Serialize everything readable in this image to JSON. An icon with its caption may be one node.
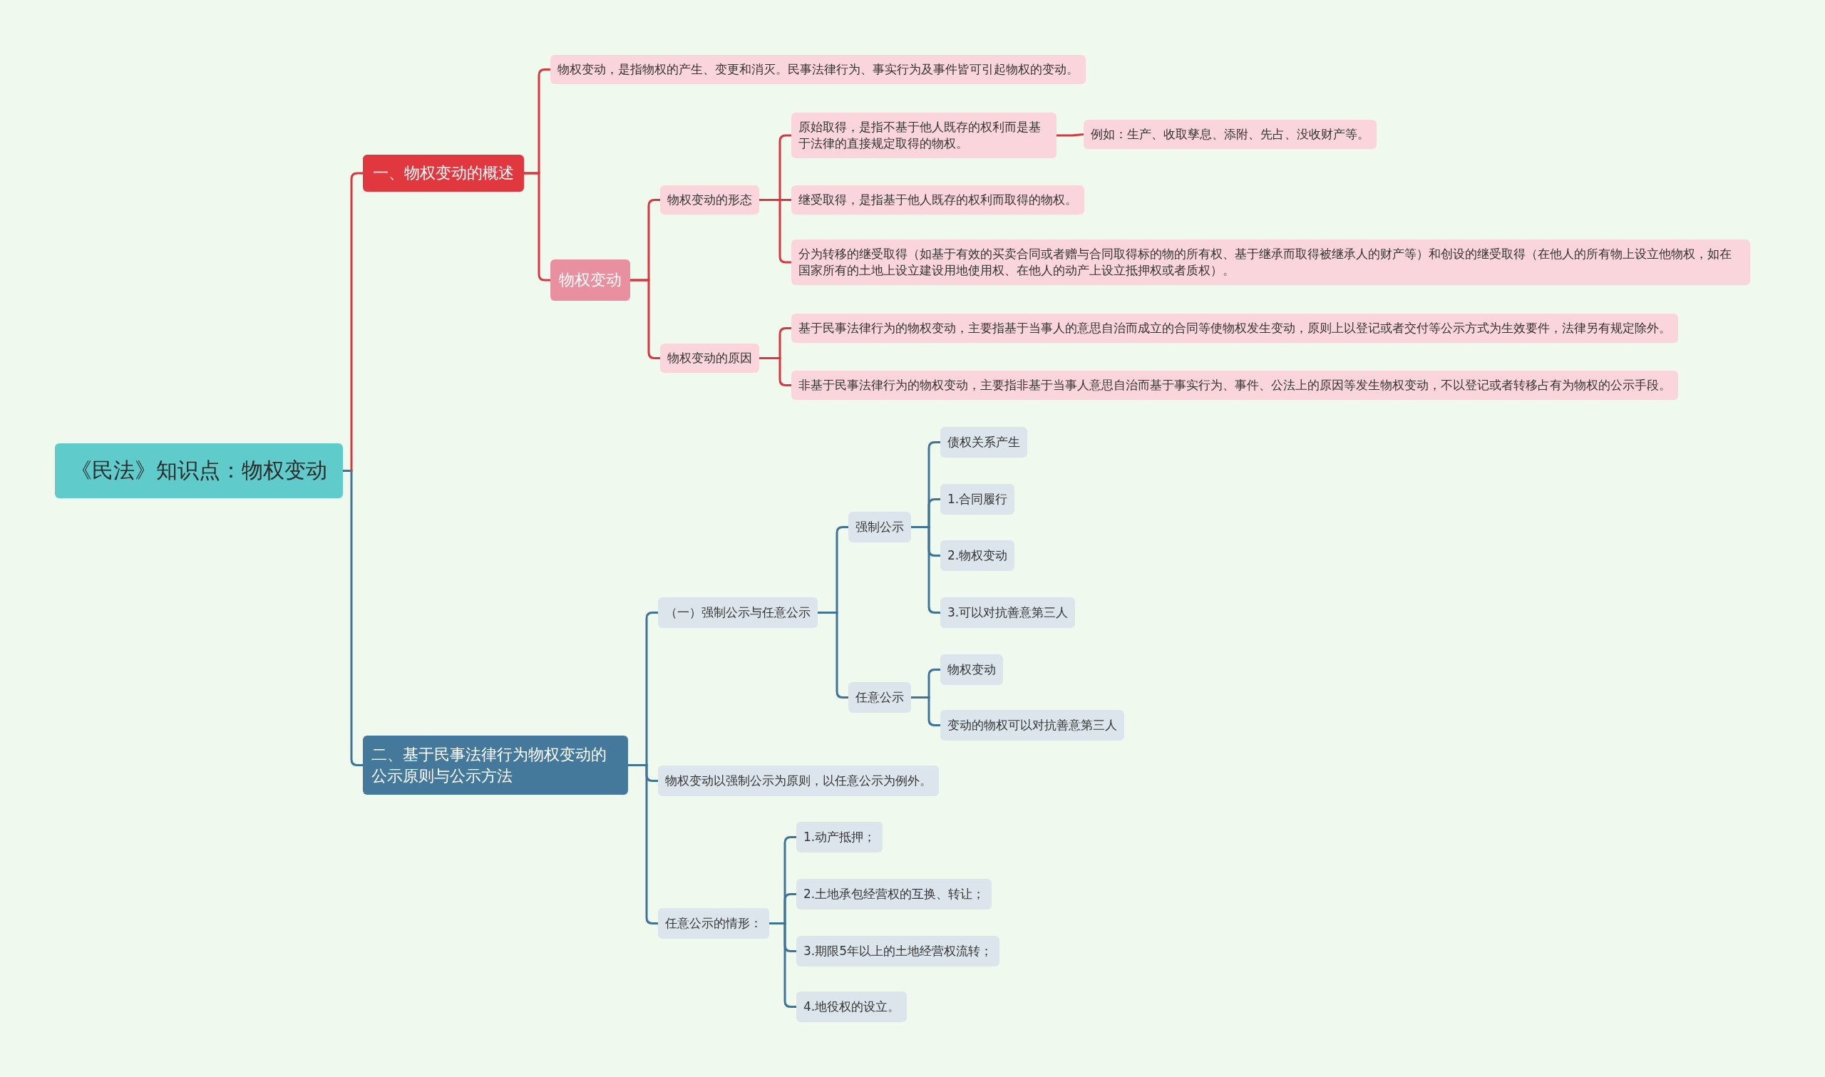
{
  "diagram": {
    "nodes": [
      {
        "text": [
          "《民法》知识点：物权变动"
        ]
      },
      {
        "text": [
          "一、物权变动的概述"
        ]
      },
      {
        "text": [
          "物权变动，是指物权的产生、变更和消灭。民事法律行为、事实行为及事件皆可引起物权的变动。"
        ]
      },
      {
        "text": [
          "物权变动"
        ]
      },
      {
        "text": [
          "物权变动的形态"
        ]
      },
      {
        "text": [
          "原始取得，是指不基于他人既存的权利而是基于法律的直接规定取得的物权。"
        ]
      },
      {
        "text": [
          "例如：生产、收取孳息、添附、先占、没收财产等。"
        ]
      },
      {
        "text": [
          "继受取得，是指基于他人既存的权利而取得的物权。"
        ]
      },
      {
        "text": [
          "分为转移的继受取得（如基于有效的买卖合同或者赠与合同取得标的物的所有权、基于继承而取得被继承人的财产等）和创设的继受取得（在他人的所有物上设立他物权，如在国家所有的土地上设立建设用地使用权、在他人的动产上设立抵押权或者质权）。"
        ]
      },
      {
        "text": [
          "物权变动的原因"
        ]
      },
      {
        "text": [
          "基于民事法律行为的物权变动，主要指基于当事人的意思自治而成立的合同等使物权发生变动，原则上以登记或者交付等公示方式为生效要件，法律另有规定除外。"
        ]
      },
      {
        "text": [
          "非基于民事法律行为的物权变动，主要指非基于当事人意思自治而基于事实行为、事件、公法上的原因等发生物权变动，不以登记或者转移占有为物权的公示手段。"
        ]
      },
      {
        "text": [
          "二、基于民事法律行为物权变动的公示原则与公示方法"
        ]
      },
      {
        "text": [
          "（一）强制公示与任意公示"
        ]
      },
      {
        "text": [
          "强制公示"
        ]
      },
      {
        "text": [
          "债权关系产生"
        ]
      },
      {
        "text": [
          "1.合同履行"
        ]
      },
      {
        "text": [
          "2.物权变动"
        ]
      },
      {
        "text": [
          "3.可以对抗善意第三人"
        ]
      },
      {
        "text": [
          "任意公示"
        ]
      },
      {
        "text": [
          "物权变动"
        ]
      },
      {
        "text": [
          "变动的物权可以对抗善意第三人"
        ]
      },
      {
        "text": [
          "物权变动以强制公示为原则，以任意公示为例外。"
        ]
      },
      {
        "text": [
          "任意公示的情形："
        ]
      },
      {
        "text": [
          "1.动产抵押；"
        ]
      },
      {
        "text": [
          "2.土地承包经营权的互换、转让；"
        ]
      },
      {
        "text": [
          "3.期限5年以上的土地经营权流转；"
        ]
      },
      {
        "text": [
          "4.地役权的设立。"
        ]
      }
    ],
    "edges": [
      {
        "from": 0,
        "to": 1,
        "arrow": "none",
        "color": "#d9363e"
      },
      {
        "from": 1,
        "to": 2,
        "arrow": "none",
        "color": "#d9363e"
      },
      {
        "from": 1,
        "to": 3,
        "arrow": "none",
        "color": "#d9363e"
      },
      {
        "from": 3,
        "to": 4,
        "arrow": "none",
        "color": "#d9363e"
      },
      {
        "from": 4,
        "to": 5,
        "arrow": "none",
        "color": "#d9363e"
      },
      {
        "from": 5,
        "to": 6,
        "arrow": "none",
        "color": "#d9363e"
      },
      {
        "from": 4,
        "to": 7,
        "arrow": "none",
        "color": "#d9363e"
      },
      {
        "from": 4,
        "to": 8,
        "arrow": "none",
        "color": "#d9363e"
      },
      {
        "from": 3,
        "to": 9,
        "arrow": "none",
        "color": "#d9363e"
      },
      {
        "from": 9,
        "to": 10,
        "arrow": "none",
        "color": "#d9363e"
      },
      {
        "from": 9,
        "to": 11,
        "arrow": "none",
        "color": "#d9363e"
      },
      {
        "from": 0,
        "to": 12,
        "arrow": "none"
      },
      {
        "from": 12,
        "to": 13,
        "arrow": "none"
      },
      {
        "from": 13,
        "to": 14,
        "arrow": "none"
      },
      {
        "from": 14,
        "to": 15,
        "arrow": "none"
      },
      {
        "from": 14,
        "to": 16,
        "arrow": "none"
      },
      {
        "from": 14,
        "to": 17,
        "arrow": "none"
      },
      {
        "from": 14,
        "to": 18,
        "arrow": "none"
      },
      {
        "from": 13,
        "to": 19,
        "arrow": "none"
      },
      {
        "from": 19,
        "to": 20,
        "arrow": "none"
      },
      {
        "from": 19,
        "to": 21,
        "arrow": "none"
      },
      {
        "from": 12,
        "to": 22,
        "arrow": "none"
      },
      {
        "from": 12,
        "to": 23,
        "arrow": "none"
      },
      {
        "from": 23,
        "to": 24,
        "arrow": "none"
      },
      {
        "from": 23,
        "to": 25,
        "arrow": "none"
      },
      {
        "from": 23,
        "to": 26,
        "arrow": "none"
      },
      {
        "from": 23,
        "to": 27,
        "arrow": "none"
      }
    ]
  }
}
